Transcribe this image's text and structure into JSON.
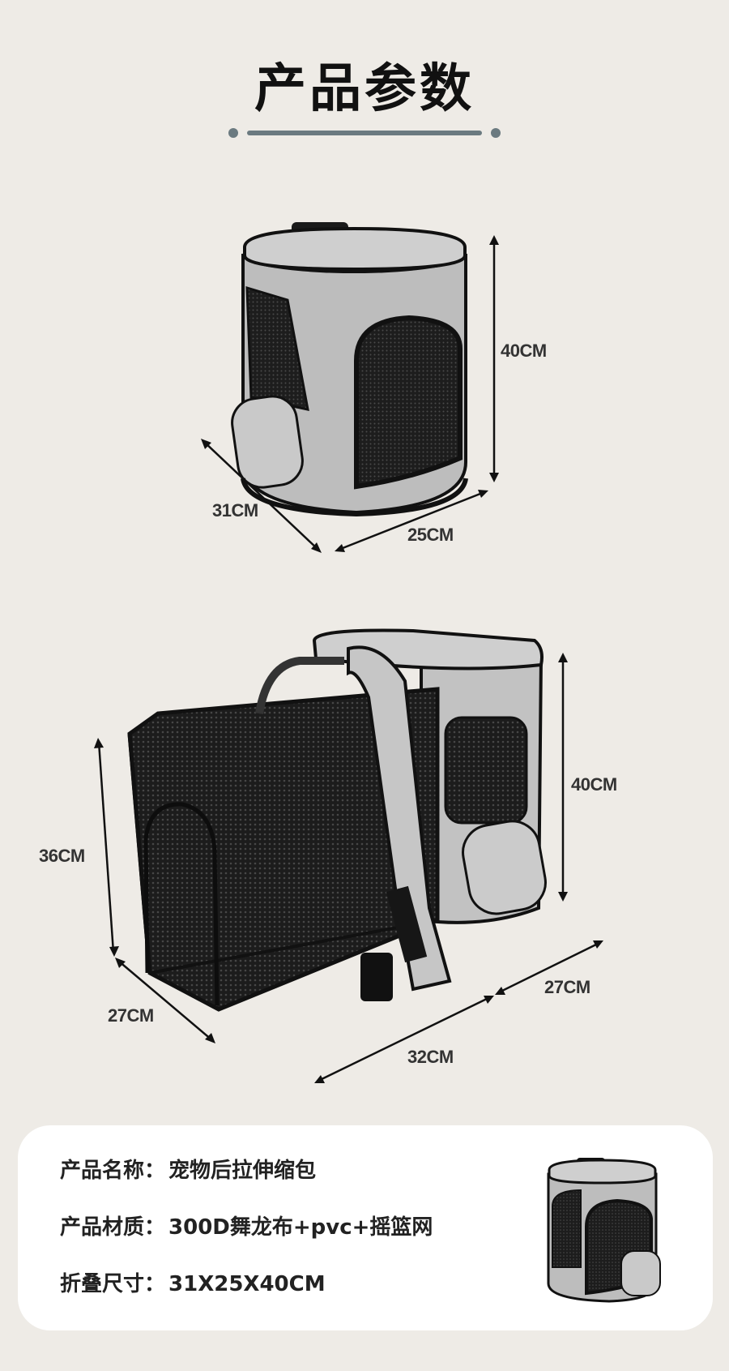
{
  "header": {
    "title": "产品参数"
  },
  "colors": {
    "background": "#eeebe6",
    "fabric": "#c4c4c4",
    "mesh": "#1a1a1a",
    "rule": "#6b7a80",
    "card": "#ffffff"
  },
  "figure1": {
    "height": "40CM",
    "depth": "31CM",
    "width": "25CM"
  },
  "figure2": {
    "ext_height": "36CM",
    "ext_depth": "27CM",
    "length": "32CM",
    "main_height": "40CM",
    "main_depth": "27CM"
  },
  "specs": {
    "name_label": "产品名称：",
    "name_value": "宠物后拉伸缩包",
    "material_label": "产品材质：",
    "material_value": "300D舞龙布+pvc+摇篮网",
    "size_label": "折叠尺寸：",
    "size_value": "31X25X40CM"
  }
}
